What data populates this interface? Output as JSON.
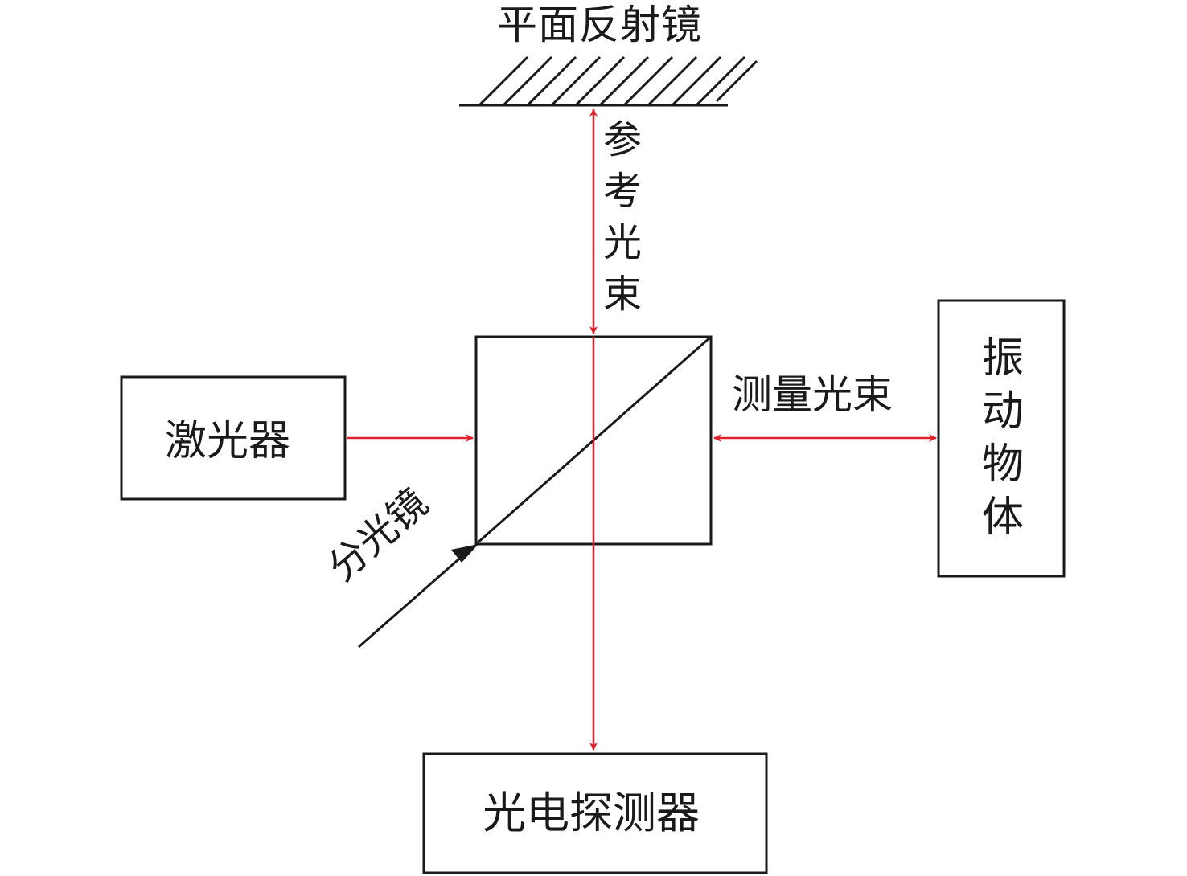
{
  "colors": {
    "line": "#1a1a1a",
    "beam": "#e0202a",
    "background": "#ffffff"
  },
  "labels": {
    "mirror": "平面反射镜",
    "reference_beam": [
      "参",
      "考",
      "光",
      "束"
    ],
    "laser": "激光器",
    "measurement_beam": "测量光束",
    "vibrating_object": [
      "振",
      "动",
      "物",
      "体"
    ],
    "beam_splitter": "分光镜",
    "photodetector": "光电探测器"
  }
}
